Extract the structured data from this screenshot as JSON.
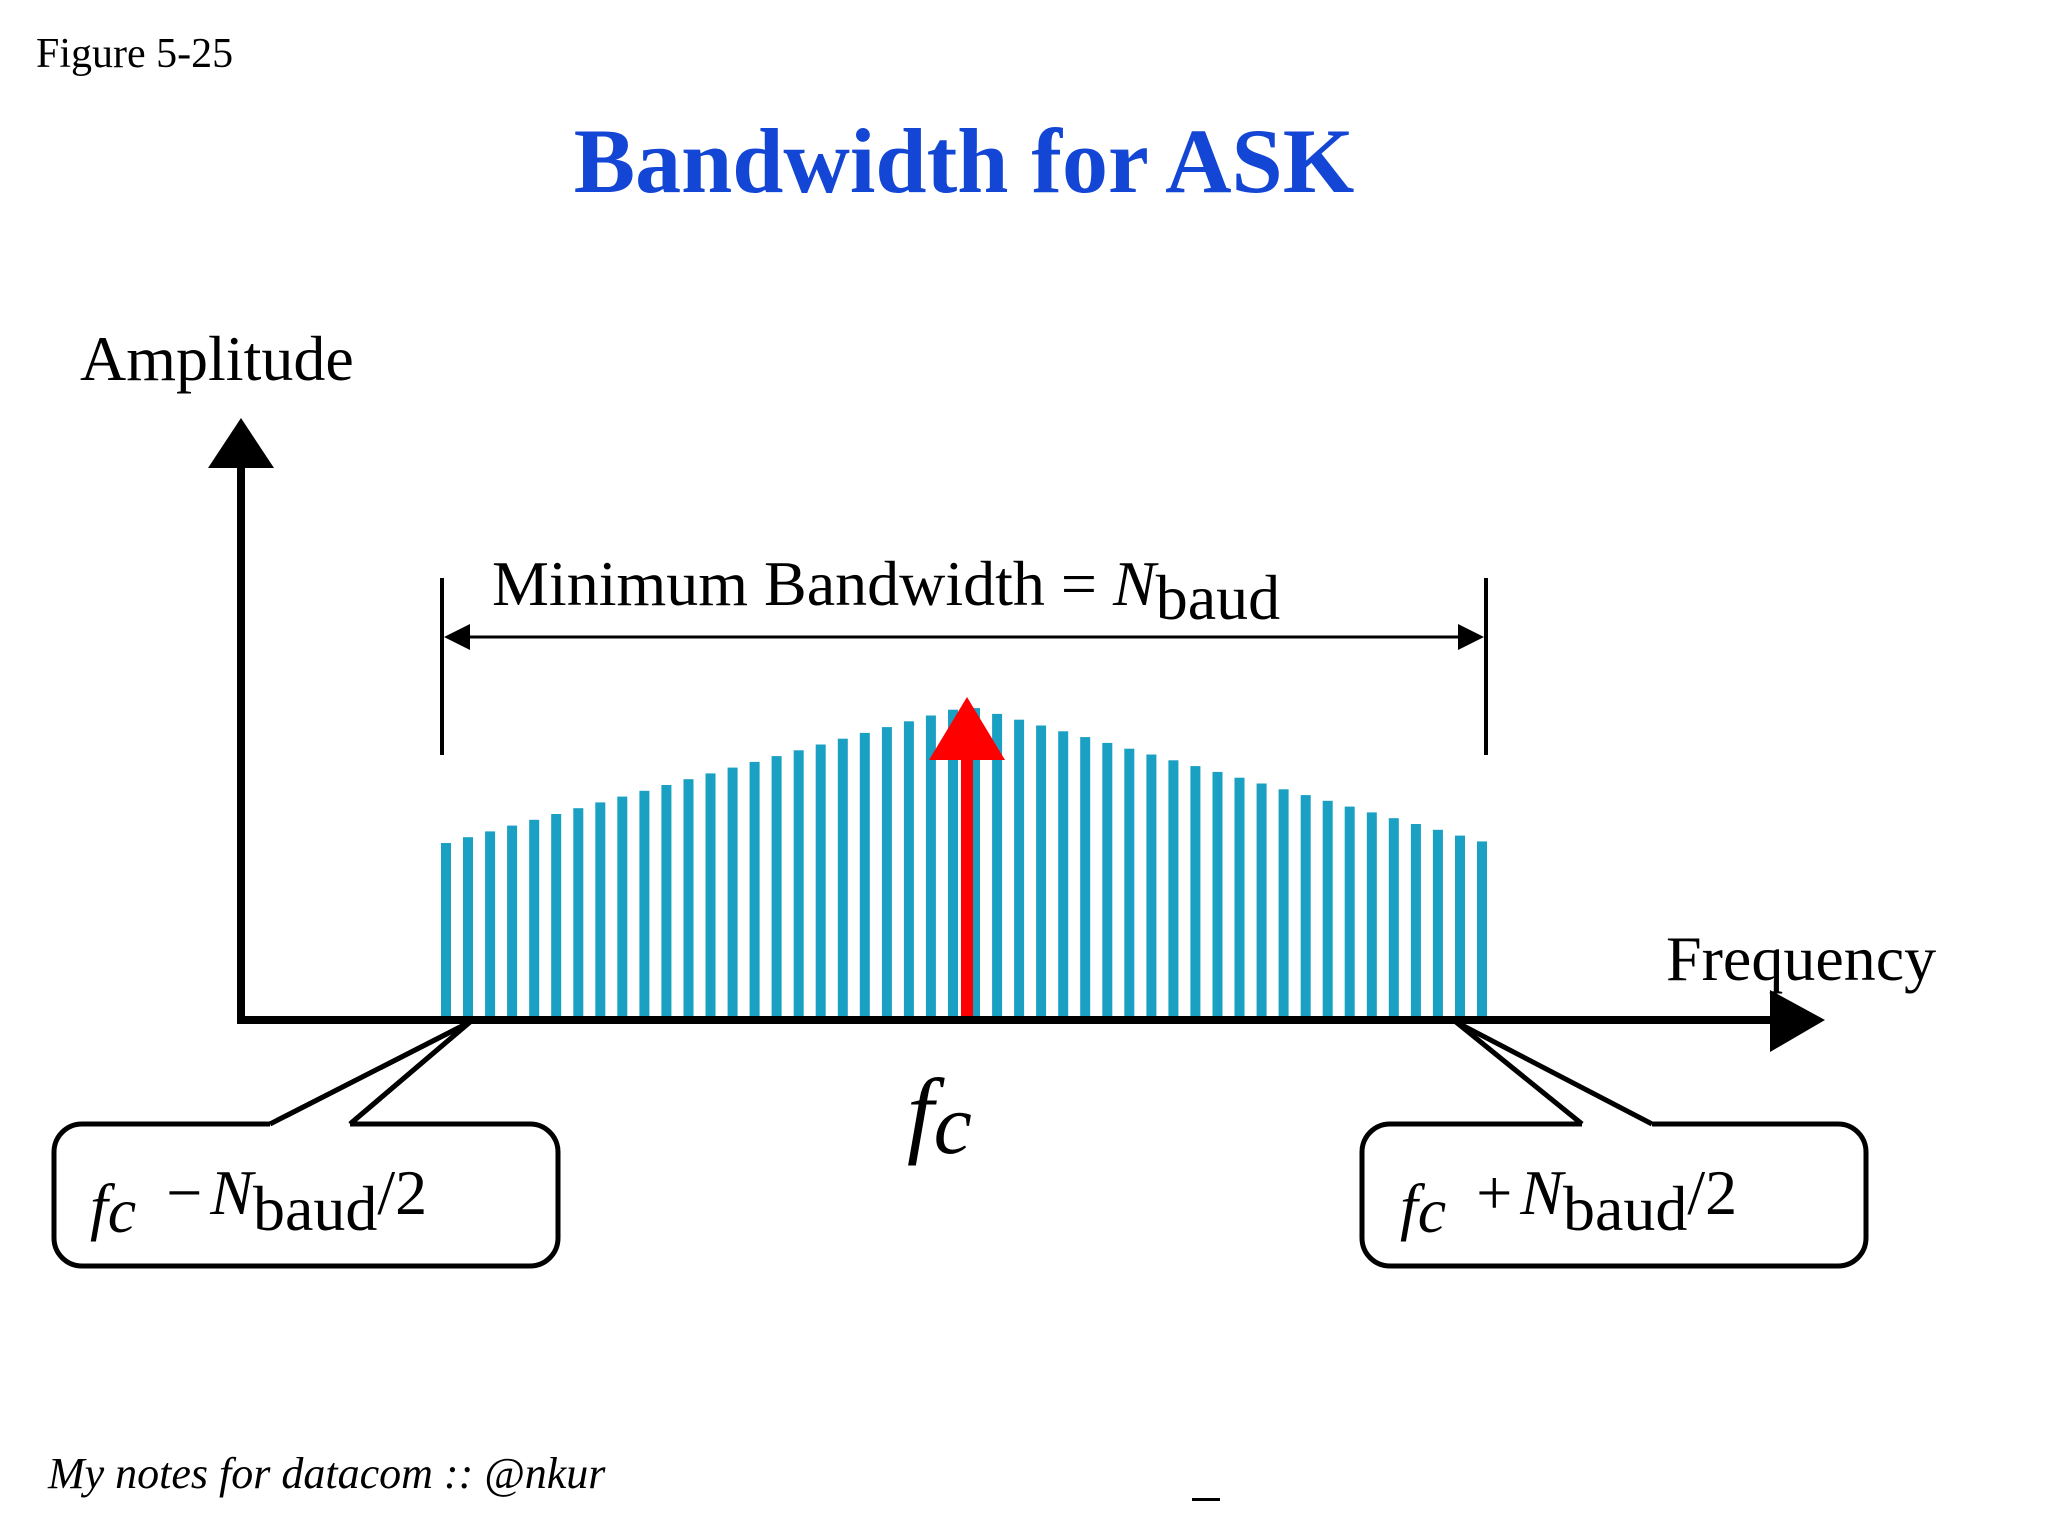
{
  "figure_label": "Figure 5-25",
  "title": "Bandwidth for ASK",
  "footer": "My notes for datacom :: @nkur",
  "colors": {
    "title": "#1446d6",
    "sideband_bars": "#1aa0c2",
    "carrier_arrow": "#ff0000",
    "axes": "#000000"
  },
  "diagram": {
    "y_axis_label": "Amplitude",
    "x_axis_label": "Frequency",
    "bandwidth_label": {
      "text": "Minimum Bandwidth = ",
      "var": "N",
      "sub": "baud"
    },
    "center_label": {
      "var": "f",
      "sub": "c"
    },
    "left_box": {
      "f": "f",
      "fsub": "c",
      "op": "−",
      "n": "N",
      "nsub": "baud",
      "tail": "/2"
    },
    "right_box": {
      "f": "f",
      "fsub": "c",
      "op": "+",
      "n": "N",
      "nsub": "baud",
      "tail": "/2"
    },
    "sideband_bar_count": 48
  }
}
